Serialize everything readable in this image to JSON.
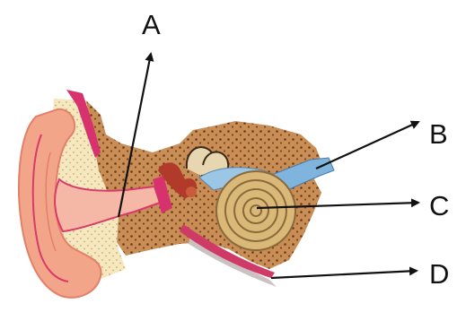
{
  "labels": {
    "a": "A",
    "b": "B",
    "c": "C",
    "d": "D"
  },
  "colors": {
    "skin": "#f3a58a",
    "skin_dark": "#e2806a",
    "canal": "#f6b8a6",
    "canal_line": "#d83a6a",
    "membrane": "#d8326e",
    "bone": "#c98d56",
    "bone_spots": "#6b3a1a",
    "cartilage": "#f5e8c0",
    "cartilage_spots": "#c9a95f",
    "cochlea": "#d9b878",
    "cochlea_line": "#8a6a3a",
    "canals_blue": "#9cc6e6",
    "nerve": "#7fb4dc",
    "ossicle": "#b23a2a",
    "tube": "#cf3a67",
    "tube_gray": "#c9c2c0",
    "arrow": "#111111"
  }
}
